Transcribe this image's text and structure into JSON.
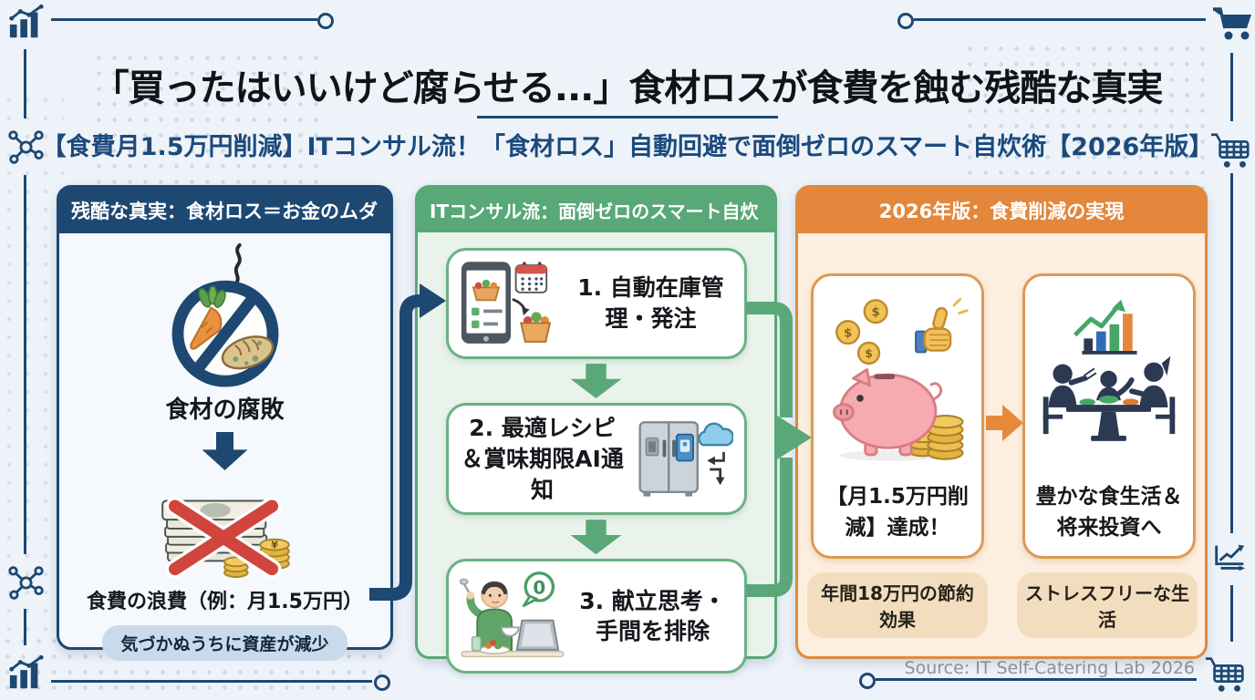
{
  "header": {
    "title": "「買ったはいいけど腐らせる...」食材ロスが食費を蝕む残酷な真実",
    "subtitle": "【食費月1.5万円削減】ITコンサル流！「食材ロス」自動回避で面倒ゼロのスマート自炊術【2026年版】"
  },
  "panels": {
    "problem": {
      "header": "残酷な真実：食材ロス＝お金のムダ",
      "spoilage_label": "食材の腐敗",
      "waste_label": "食費の浪費（例：月1.5万円）",
      "badge": "気づかぬうちに資産が減少"
    },
    "solution": {
      "header": "ITコンサル流：面倒ゼロのスマート自炊",
      "steps": [
        {
          "label": "1. 自動在庫管理・発注"
        },
        {
          "label": "2. 最適レシピ＆賞味期限AI通知"
        },
        {
          "label": "3. 献立思考・手間を排除"
        }
      ]
    },
    "outcome": {
      "header": "2026年版：食費削減の実現",
      "cards": [
        {
          "label": "【月1.5万円削減】達成！",
          "badge": "年間18万円の節約効果"
        },
        {
          "label": "豊かな食生活＆将来投資へ",
          "badge": "ストレスフリーな生活"
        }
      ]
    }
  },
  "footer": {
    "source": "Source: IT Self-Catering Lab 2026"
  },
  "glyphs": {
    "dollar": "$",
    "yen": "¥",
    "zero": "0"
  },
  "colors": {
    "navy": "#1d4872",
    "green": "#58a878",
    "green_light": "#e9f3ec",
    "orange": "#e2873b",
    "orange_light": "#fcefdf",
    "page_bg": "#eef3f9",
    "alert_red": "#d0453c"
  }
}
